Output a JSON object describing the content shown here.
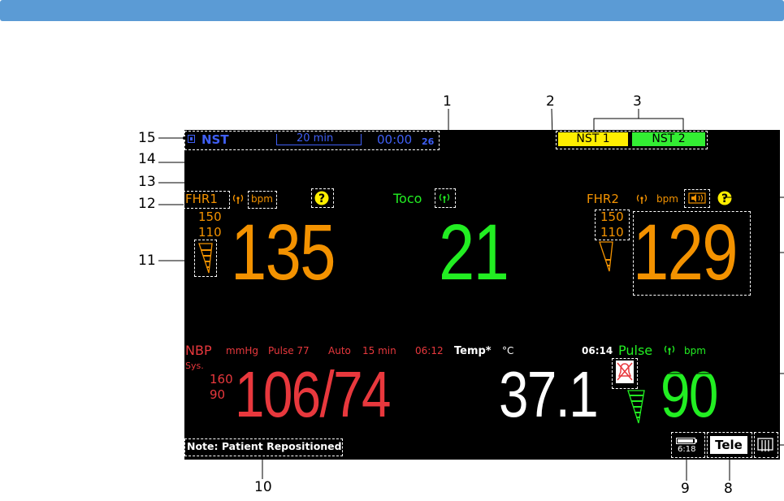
{
  "colors": {
    "fhr": "#f39200",
    "toco": "#22ee22",
    "nbp": "#e8383d",
    "temp": "#ffffff",
    "pulse": "#22ee22",
    "header": "#3f5ff5",
    "nst1": "#ffee00",
    "nst2": "#33ee33",
    "topbar": "#5b9bd5"
  },
  "header": {
    "mode": "NST",
    "duration": "20 min",
    "timer": "00:00",
    "timer_sub": "26"
  },
  "nst_buttons": [
    {
      "label": "NST 1"
    },
    {
      "label": "NST 2"
    }
  ],
  "fhr1": {
    "label": "FHR1",
    "unit": "bpm",
    "alarm_high": "150",
    "alarm_low": "110",
    "value": "135"
  },
  "toco": {
    "label": "Toco",
    "value": "21"
  },
  "fhr2": {
    "label": "FHR2",
    "unit": "bpm",
    "alarm_high": "150",
    "alarm_low": "110",
    "value": "129"
  },
  "nbp": {
    "label": "NBP",
    "unit": "mmHg",
    "pulse": "Pulse 77",
    "mode": "Auto",
    "interval": "15 min",
    "time": "06:12",
    "sys_label": "Sys.",
    "alarm_high": "160",
    "alarm_low": "90",
    "value": "106/74"
  },
  "temp": {
    "label": "Temp*",
    "unit": "°C",
    "time": "06:14",
    "value": "37.1"
  },
  "pulse": {
    "label": "Pulse",
    "unit": "bpm",
    "value": "90"
  },
  "note": {
    "text": "Note: Patient Repositioned"
  },
  "status": {
    "battery_time": "6:18",
    "tele_label": "Tele"
  },
  "callouts": [
    "1",
    "2",
    "3",
    "8",
    "9",
    "10",
    "11",
    "12",
    "13",
    "14",
    "15"
  ],
  "icons": {
    "signal": "signal-icon",
    "question": "question-icon",
    "speaker": "speaker-icon",
    "alarm_off": "alarm-off-icon",
    "battery": "battery-icon",
    "recorder": "recorder-icon"
  }
}
